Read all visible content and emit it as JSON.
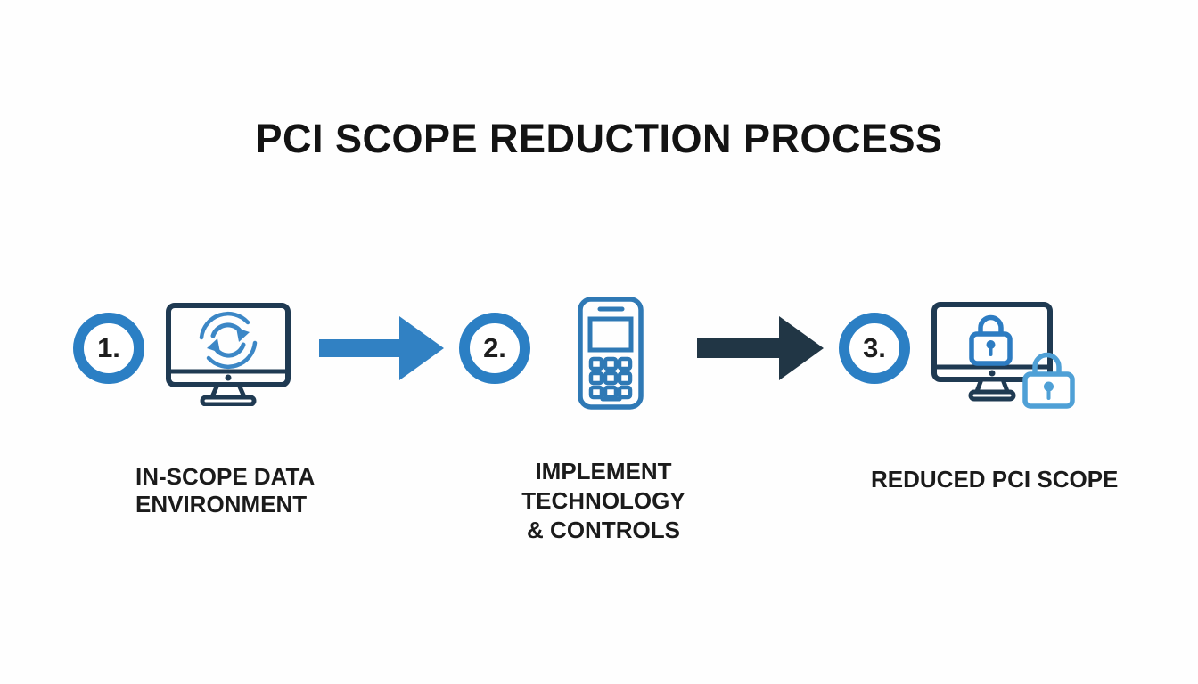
{
  "title": "PCI SCOPE REDUCTION PROCESS",
  "steps": [
    {
      "number": "1.",
      "icon": "monitor-vortex-icon",
      "label_lines": [
        "IN-SCOPE DATA",
        "ENVIRONMENT"
      ]
    },
    {
      "number": "2.",
      "icon": "payment-terminal-icon",
      "label_lines": [
        "IMPLEMENT",
        "TECHNOLOGY",
        "& CONTROLS"
      ]
    },
    {
      "number": "3.",
      "icon": "monitor-locks-icon",
      "label_lines": [
        "REDUCED PCI SCOPE"
      ]
    }
  ],
  "arrows": [
    {
      "name": "arrow-step1-to-step2",
      "color": "#3181c3"
    },
    {
      "name": "arrow-step2-to-step3",
      "color": "#213645"
    }
  ],
  "colors": {
    "background": "#fefefe",
    "accent_blue": "#2b7fc4",
    "dark_navy": "#1f3a52",
    "light_blue": "#4fa0d6",
    "text": "#1b1b1b"
  }
}
